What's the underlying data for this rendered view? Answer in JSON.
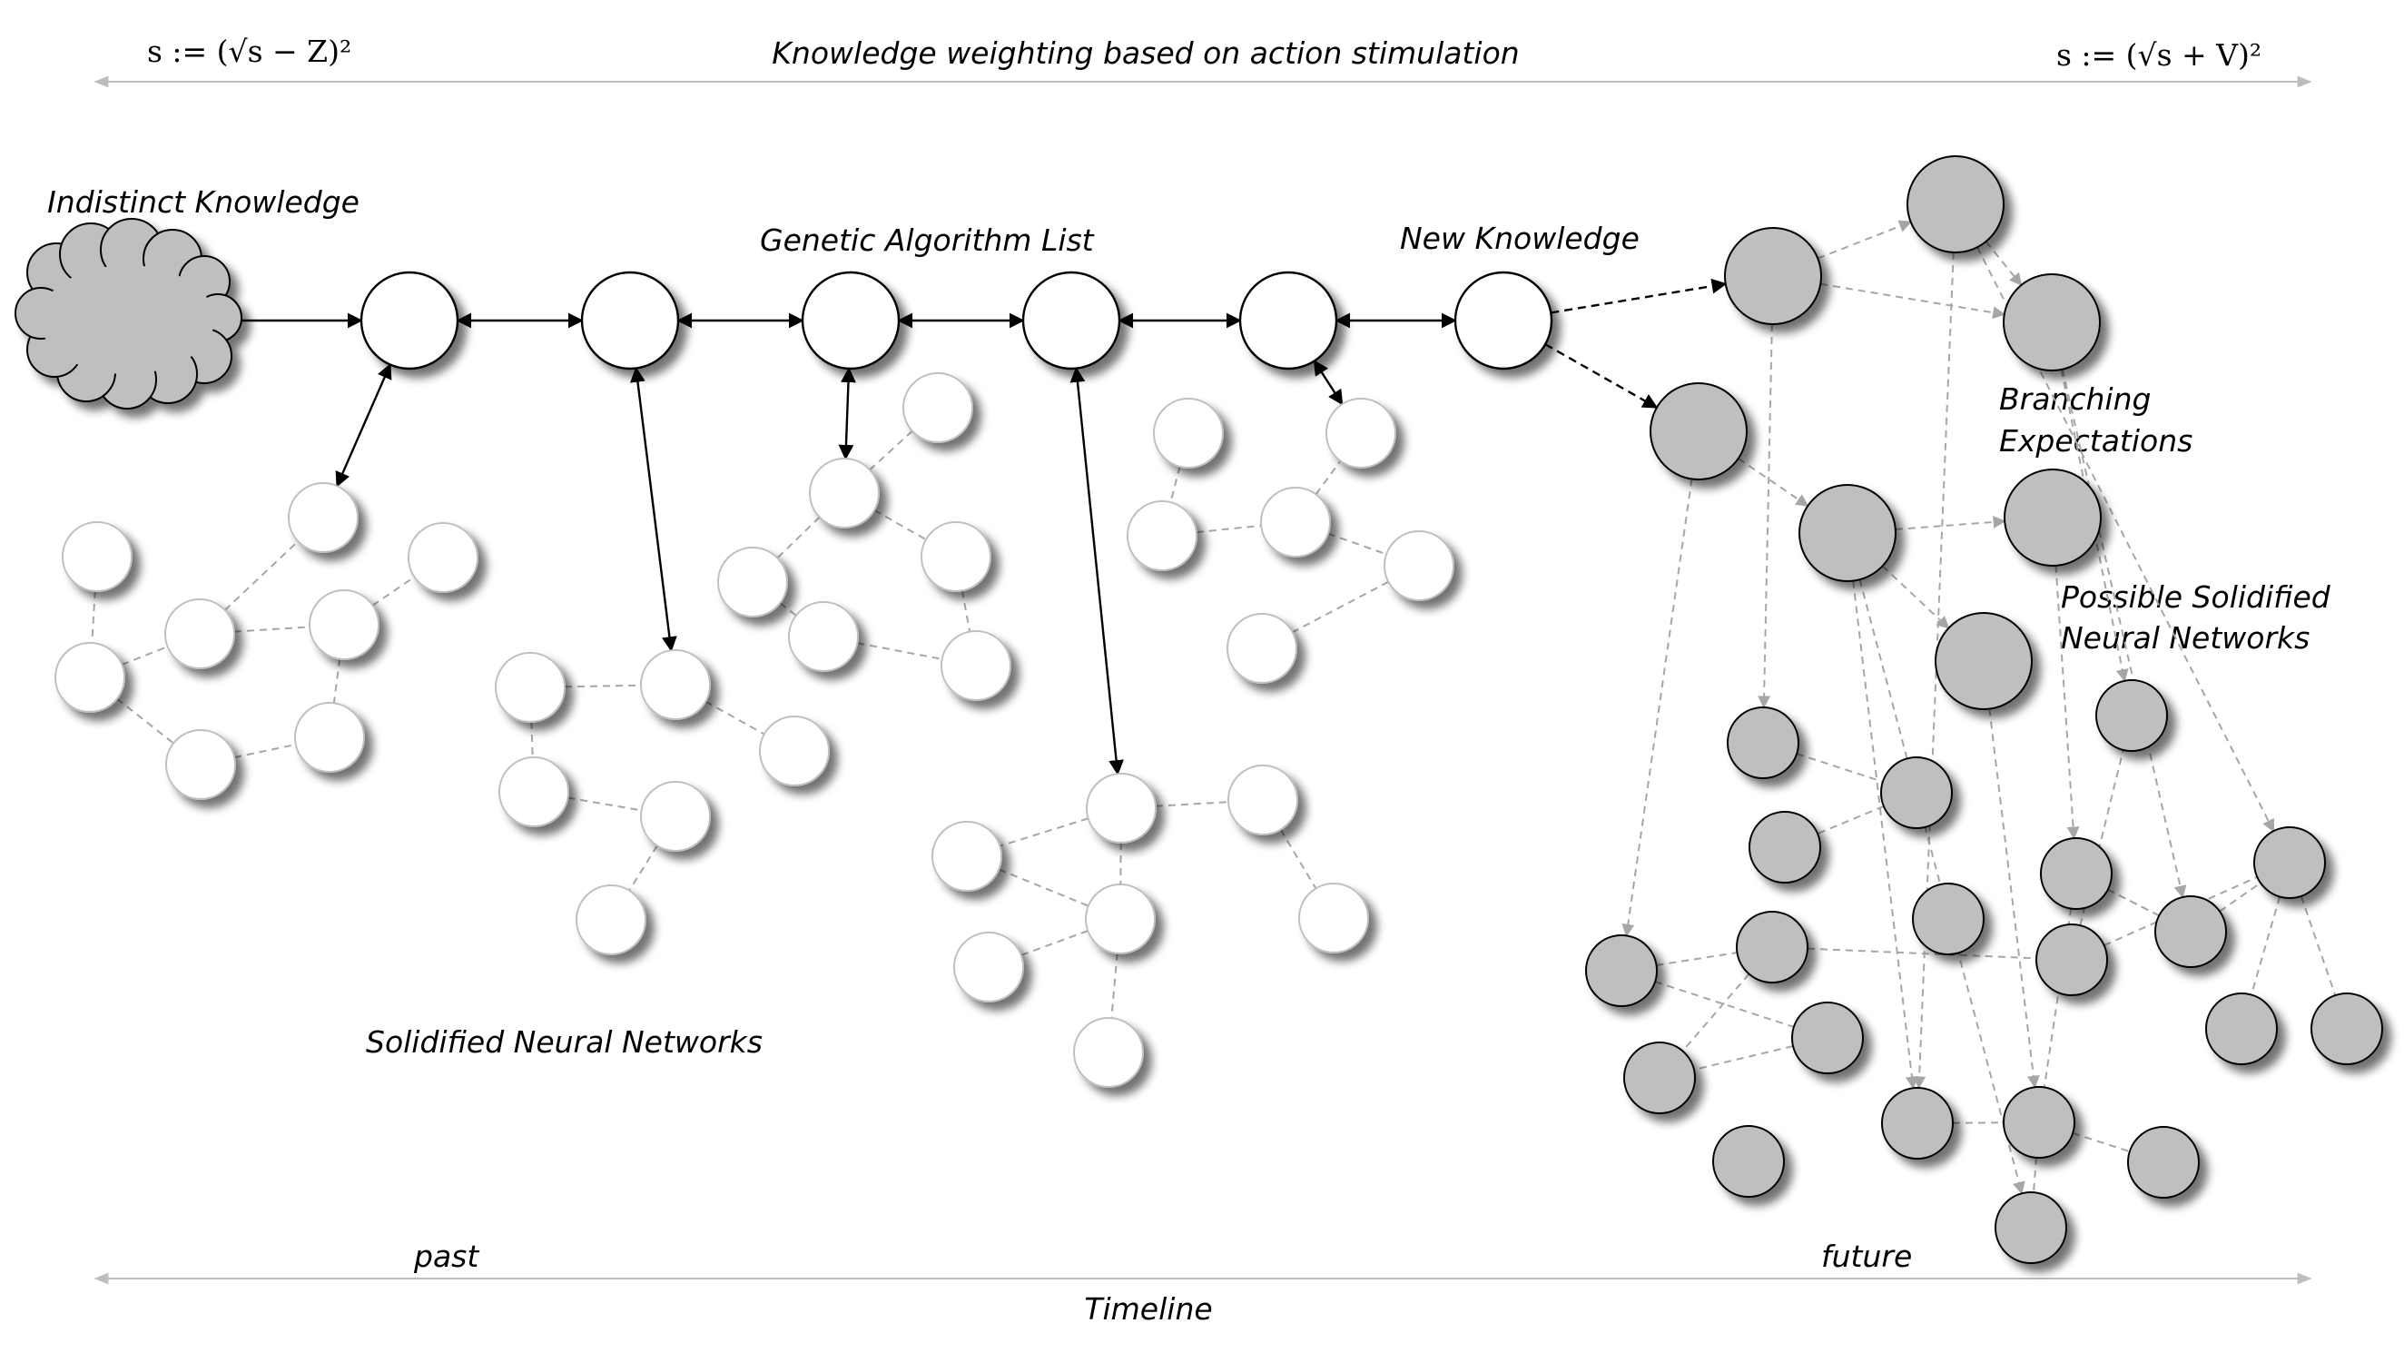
{
  "labels": {
    "header_title": "Knowledge weighting based on action stimulation",
    "formula_left": "s := (√s − Z)²",
    "formula_right": "s := (√s + V)²",
    "indistinct_knowledge": "Indistinct Knowledge",
    "genetic_algorithm_list": "Genetic Algorithm List",
    "new_knowledge": "New Knowledge",
    "branching_expectations_line1": "Branching",
    "branching_expectations_line2": "Expectations",
    "possible_solidified_line1": "Possible Solidified",
    "possible_solidified_line2": "Neural Networks",
    "solidified_neural_networks": "Solidified Neural Networks",
    "past": "past",
    "future": "future",
    "timeline": "Timeline"
  },
  "colors": {
    "line": "#000000",
    "dashed_gray": "#a6a6a6",
    "past_node_fill": "#ffffff",
    "past_node_stroke": "#bfbfbf",
    "future_node_fill": "#bfbfbf",
    "shadow": "#8c8c8c"
  }
}
